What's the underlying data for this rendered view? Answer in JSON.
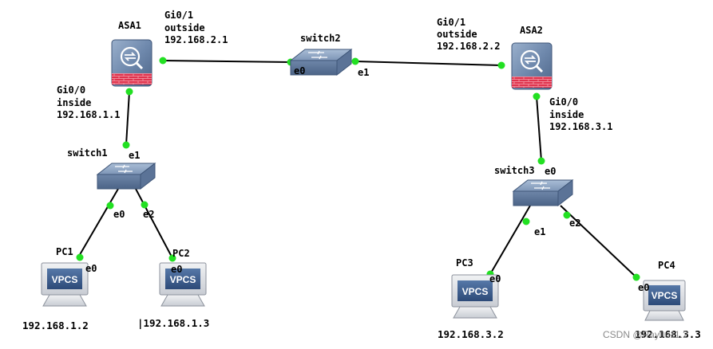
{
  "devices": {
    "asa1": {
      "name": "ASA1"
    },
    "asa2": {
      "name": "ASA2"
    },
    "switch1": {
      "name": "switch1"
    },
    "switch2": {
      "name": "switch2"
    },
    "switch3": {
      "name": "switch3"
    },
    "pc1": {
      "name": "PC1",
      "icon_text": "VPCS",
      "ip": "192.168.1.2"
    },
    "pc2": {
      "name": "PC2",
      "icon_text": "VPCS",
      "ip": "|192.168.1.3"
    },
    "pc3": {
      "name": "PC3",
      "icon_text": "VPCS",
      "ip": "192.168.3.2"
    },
    "pc4": {
      "name": "PC4",
      "icon_text": "VPCS",
      "ip": "192.168.3.3"
    }
  },
  "interfaces": {
    "asa1_outside": {
      "port": "Gi0/1",
      "zone": "outside",
      "ip": "192.168.2.1"
    },
    "asa1_inside": {
      "port": "Gi0/0",
      "zone": "inside",
      "ip": "192.168.1.1"
    },
    "asa2_outside": {
      "port": "Gi0/1",
      "zone": "outside",
      "ip": "192.168.2.2"
    },
    "asa2_inside": {
      "port": "Gi0/0",
      "zone": "inside",
      "ip": "192.168.3.1"
    }
  },
  "ports": {
    "sw2_e0": "e0",
    "sw2_e1": "e1",
    "sw1_e1": "e1",
    "sw1_e0": "e0",
    "sw1_e2": "e2",
    "sw3_e0": "e0",
    "sw3_e1": "e1",
    "sw3_e2": "e2",
    "pc1_e0": "e0",
    "pc2_e0": "e0",
    "pc3_e0": "e0",
    "pc4_e0": "e0"
  },
  "watermark": "CSDN @Ray0u11.2",
  "colors": {
    "link": "#000000",
    "link_up": "#22e022",
    "firewall_face": "#6f89ad",
    "firewall_brick": "#e0334d",
    "switch_face": "#6f89ad",
    "pc_body": "#e4e6ea",
    "pc_screen": "#3c5f8f"
  }
}
